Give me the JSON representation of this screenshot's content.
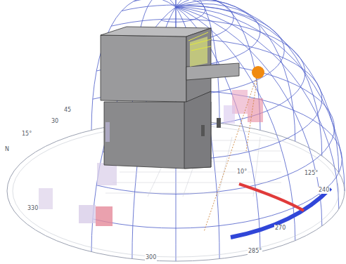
{
  "diagram": {
    "labels": [
      "N",
      "15°",
      "30",
      "45",
      "330",
      "300",
      "285°",
      "270",
      "240",
      "10°",
      "125°"
    ]
  }
}
